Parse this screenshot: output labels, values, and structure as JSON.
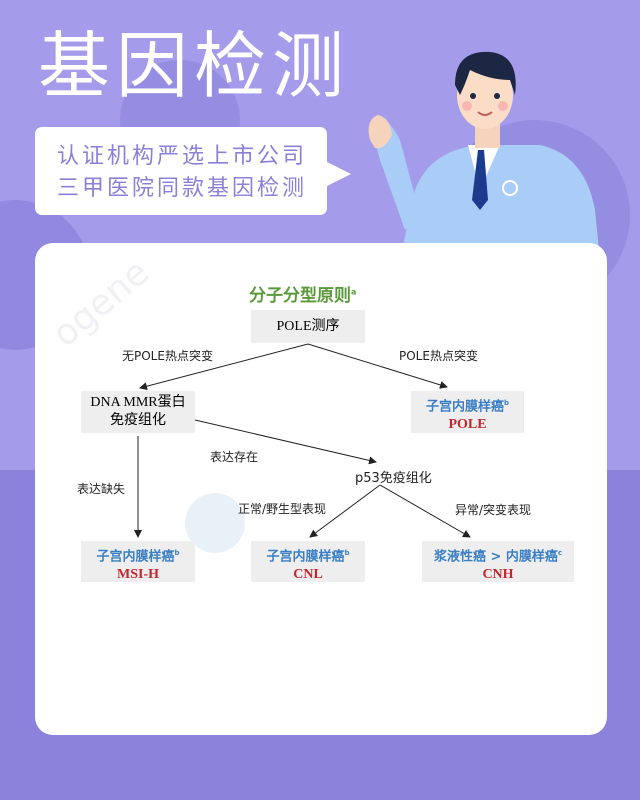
{
  "header": {
    "title": "基因检测",
    "bubble_lines": [
      "认证机构严选上市公司",
      "三甲医院同款基因检测"
    ]
  },
  "flowchart": {
    "title": "分子分型原则",
    "title_sup": "a",
    "root": "POLE测序",
    "branch_left": "无POLE热点突变",
    "branch_right": "POLE热点突变",
    "mmr_box": [
      "DNA MMR蛋白",
      "免疫组化"
    ],
    "pole_result": {
      "name": "子宫内膜样癌",
      "sup": "b",
      "type": "POLE"
    },
    "expr_present": "表达存在",
    "expr_absent": "表达缺失",
    "p53": "p53免疫组化",
    "p53_normal": "正常/野生型表现",
    "p53_abnormal": "异常/突变表现",
    "results": [
      {
        "name": "子宫内膜样癌",
        "sup": "b",
        "type": "MSI-H"
      },
      {
        "name": "子宫内膜样癌",
        "sup": "b",
        "type": "CNL"
      },
      {
        "name": "浆液性癌 > 内膜样癌",
        "sup": "c",
        "type": "CNH"
      }
    ],
    "colors": {
      "green": "#5a9a3a",
      "blue": "#3a7fc4",
      "red": "#c3262e"
    }
  }
}
